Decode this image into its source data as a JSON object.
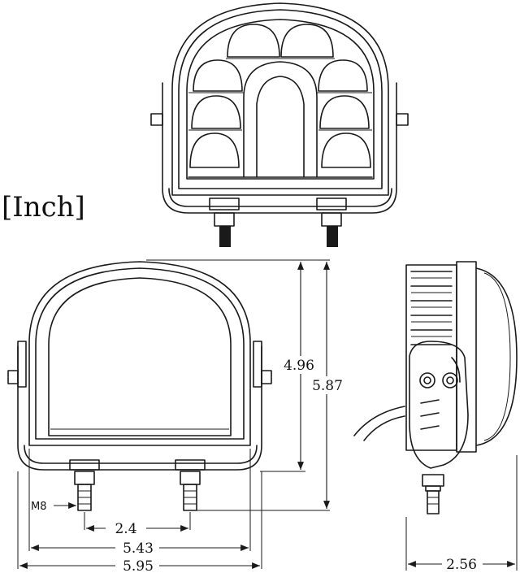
{
  "unit_label": "[Inch]",
  "thread_label": "M8",
  "dimensions": {
    "bolt_spacing": "2.4",
    "lens_width": "5.43",
    "overall_width": "5.95",
    "lens_height": "4.96",
    "overall_height": "5.87",
    "depth": "2.56"
  }
}
